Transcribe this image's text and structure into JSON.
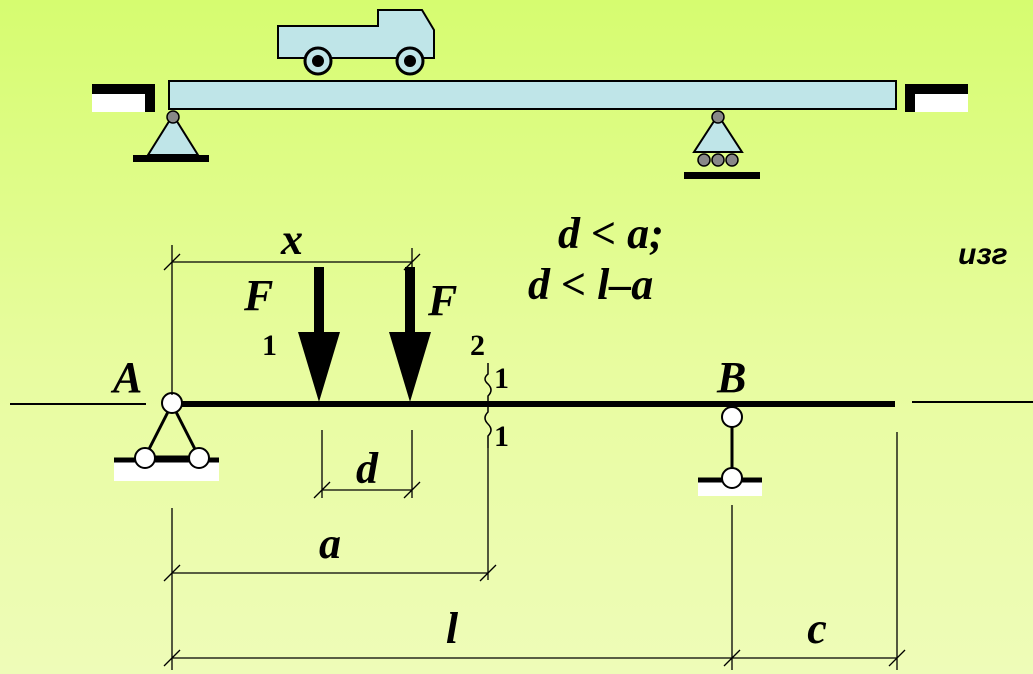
{
  "colors": {
    "background_top": "#d6fc70",
    "background_bottom": "#eefcb8",
    "model_fill": "#bfe5e8",
    "ink": "#000000",
    "support_base": "#ffffff"
  },
  "illustration": {
    "vehicle": "truck-icon",
    "beam": "bridge-deck",
    "left_support": "pin-support-icon",
    "right_support": "roller-support-icon"
  },
  "labels": {
    "x": "x",
    "force1": "F",
    "force1_index": "1",
    "force2": "F",
    "force2_index": "2",
    "support_a": "A",
    "support_b": "B",
    "section_top": "1",
    "section_bottom": "1",
    "d": "d",
    "a": "a",
    "l": "l",
    "c": "c"
  },
  "conditions": [
    "d < a;",
    "d < l–a"
  ],
  "side_text": "изг"
}
